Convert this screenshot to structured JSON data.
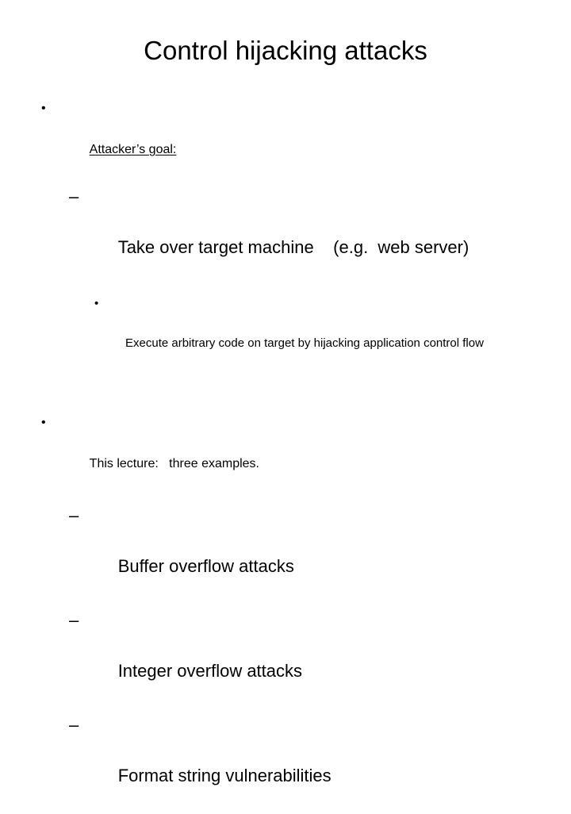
{
  "slide": {
    "title": "Control hijacking attacks",
    "background_color": "#ffffff",
    "text_color": "#000000",
    "markers": {
      "level1": "•",
      "level2": "–",
      "level3": "•"
    },
    "blocks": [
      {
        "level": 1,
        "text": "Attacker’s goal:",
        "underlined": true
      },
      {
        "level": 2,
        "text": "Take over target machine    (e.g.  web server)",
        "underlined": false
      },
      {
        "level": 3,
        "text": "Execute arbitrary code on target by hijacking application control flow",
        "underlined": false
      },
      {
        "level": 1,
        "text": "This lecture:   three examples.",
        "underlined": false
      },
      {
        "level": 2,
        "text": "Buffer overflow attacks",
        "underlined": false
      },
      {
        "level": 2,
        "text": "Integer overflow attacks",
        "underlined": false
      },
      {
        "level": 2,
        "text": "Format string vulnerabilities",
        "underlined": false
      }
    ]
  }
}
